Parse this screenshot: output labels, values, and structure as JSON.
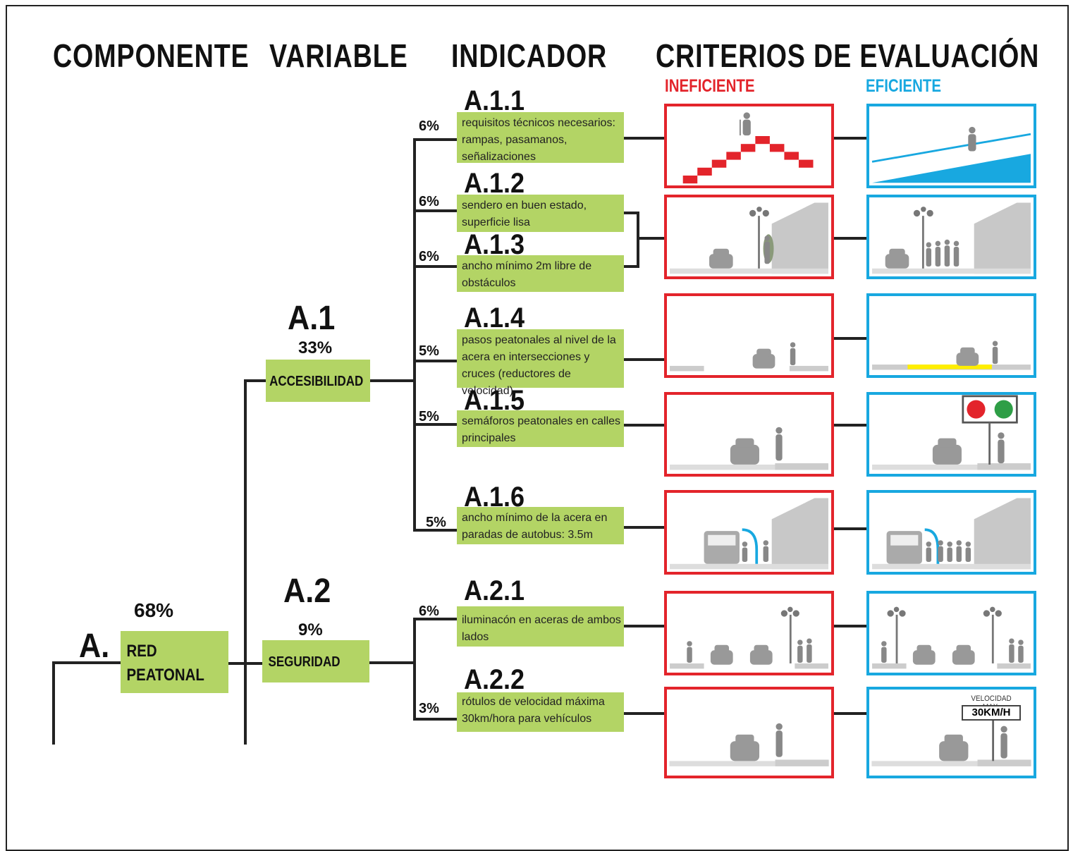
{
  "headers": {
    "componente": "COMPONENTE",
    "variable": "VARIABLE",
    "indicador": "INDICADOR",
    "criterios": "CRITERIOS DE EVALUACIÓN",
    "ineficiente": "INEFICIENTE",
    "eficiente": "EFICIENTE"
  },
  "colors": {
    "green_box": "#b3d465",
    "inefficient": "#e3242b",
    "efficient": "#18a8e0",
    "crossing": "#ffee00"
  },
  "component": {
    "code": "A.",
    "percent": "68%",
    "label_line1": "RED",
    "label_line2": "PEATONAL"
  },
  "variables": [
    {
      "code": "A.1",
      "percent": "33%",
      "label": "ACCESIBILIDAD"
    },
    {
      "code": "A.2",
      "percent": "9%",
      "label": "SEGURIDAD"
    }
  ],
  "indicators": [
    {
      "code": "A.1.1",
      "percent": "6%",
      "text": "requisitos técnicos necesarios: rampas, pasamanos, señalizaciones"
    },
    {
      "code": "A.1.2",
      "percent": "6%",
      "text": "sendero en buen estado, superficie lisa"
    },
    {
      "code": "A.1.3",
      "percent": "6%",
      "text": "ancho mínimo 2m libre de obstáculos"
    },
    {
      "code": "A.1.4",
      "percent": "5%",
      "text": "pasos peatonales al nivel de la acera en intersecciones y cruces (reductores de velocidad)"
    },
    {
      "code": "A.1.5",
      "percent": "5%",
      "text": "semáforos peatonales en calles principales"
    },
    {
      "code": "A.1.6",
      "percent": "5%",
      "text": "ancho mínimo de la acera en paradas de autobus: 3.5m"
    },
    {
      "code": "A.2.1",
      "percent": "6%",
      "text": "iluminacón en aceras de ambos lados"
    },
    {
      "code": "A.2.2",
      "percent": "3%",
      "text": "rótulos de velocidad máxima 30km/hora para vehículos"
    }
  ],
  "signs": {
    "speed_line1": "VELOCIDAD MAX.",
    "speed_line2": "30KM/H"
  }
}
